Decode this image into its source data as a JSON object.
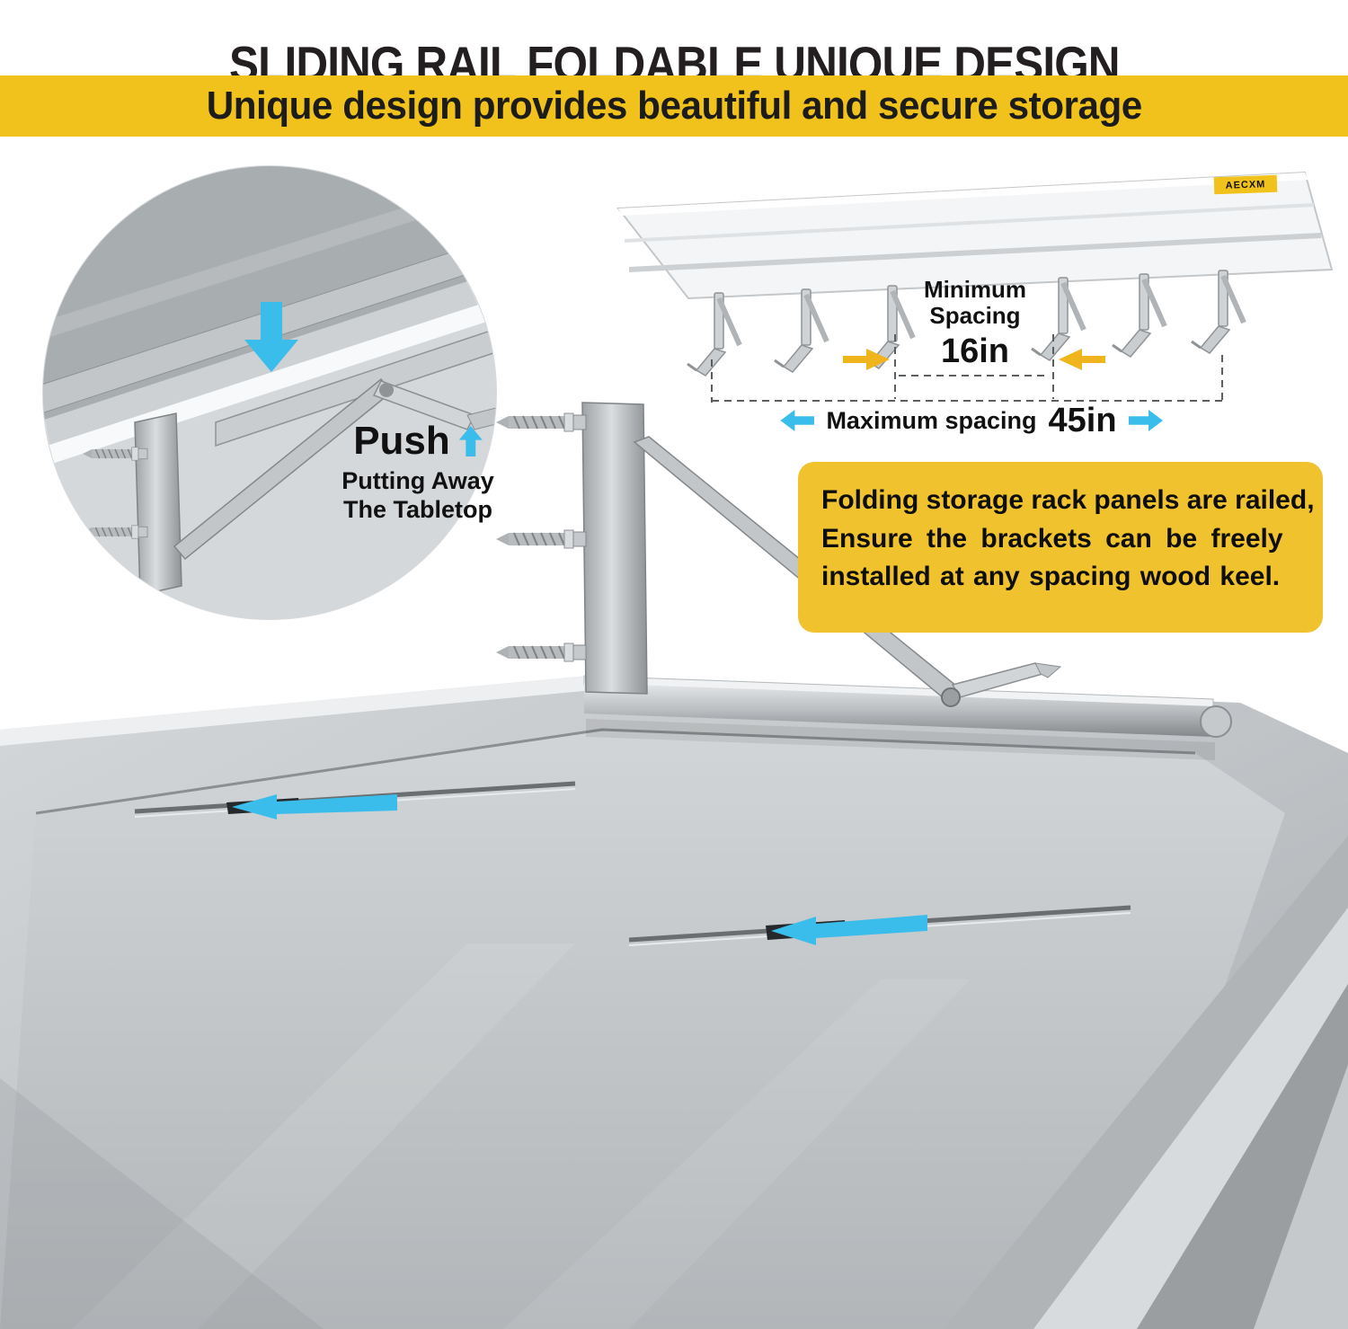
{
  "colors": {
    "banner_bg": "#F2C21C",
    "infobox_bg": "#EFC22E",
    "accent_cyan": "#3BBDEB",
    "arrow_yellow": "#F0B41C",
    "title_text": "#231F20"
  },
  "header": {
    "title": "SLIDING RAIL FOLDABLE UNIQUE DESIGN"
  },
  "banner": {
    "text": "Unique design provides beautiful and secure storage"
  },
  "inset": {
    "push_label": "Push",
    "caption_line1": "Putting Away",
    "caption_line2": "The Tabletop"
  },
  "spacing_diagram": {
    "brand": "AECXM",
    "min_word1": "Minimum",
    "min_word2": "Spacing",
    "min_value": "16in",
    "max_label": "Maximum spacing",
    "max_value": "45in"
  },
  "infobox": {
    "line1": "Folding storage rack panels are railed,",
    "line2": "Ensure the brackets can be freely",
    "line3": "installed at any spacing wood keel."
  }
}
